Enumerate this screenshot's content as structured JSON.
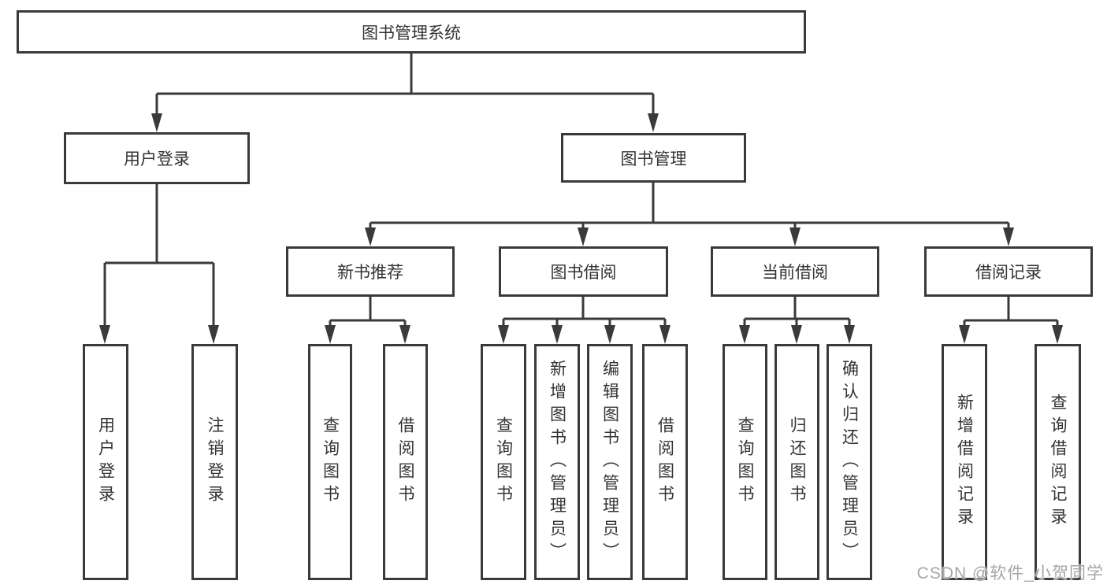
{
  "tree": {
    "root": "图书管理系统",
    "user": {
      "label": "用户登录",
      "children": [
        "用户登录",
        "注销登录"
      ]
    },
    "book": {
      "label": "图书管理",
      "sections": [
        {
          "label": "新书推荐",
          "children": [
            "查询图书",
            "借阅图书"
          ]
        },
        {
          "label": "图书借阅",
          "children": [
            "查询图书",
            "新增图书（管理员）",
            "编辑图书（管理员）",
            "借阅图书"
          ]
        },
        {
          "label": "当前借阅",
          "children": [
            "查询图书",
            "归还图书",
            "确认归还（管理员）"
          ]
        },
        {
          "label": "借阅记录",
          "children": [
            "新增借阅记录",
            "查询借阅记录"
          ]
        }
      ]
    }
  },
  "watermark": {
    "text": "CSDN @软件_小贺同学"
  },
  "colors": {
    "line": "#3a3a3a",
    "text": "#333333",
    "watermark": "#a6a6a6",
    "background": "#ffffff"
  }
}
